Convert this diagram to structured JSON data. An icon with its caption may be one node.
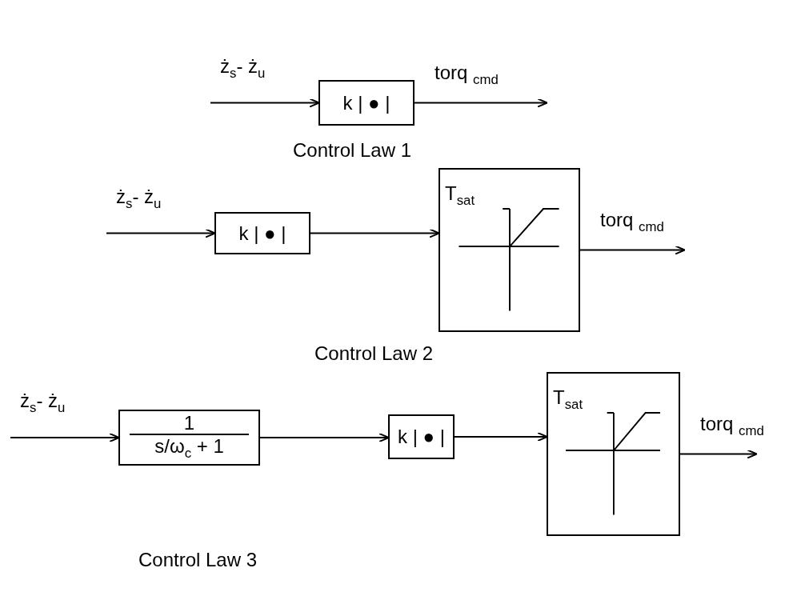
{
  "diagram": {
    "nodes": [
      {
        "text": [
          "k | ● |"
        ]
      },
      {
        "text": [
          "k | ● |"
        ]
      },
      {
        "text": [
          "T$_{sat}$"
        ]
      },
      {
        "text": [
          "1",
          "s/ω$_{c}$ + 1"
        ]
      },
      {
        "text": [
          "k | ● |"
        ]
      },
      {
        "text": [
          "T$_{sat}$"
        ]
      }
    ],
    "edges": [
      {
        "from": null,
        "to": 0,
        "arrow": "to",
        "label": "ż$_{s}$- ż$_{u}$"
      },
      {
        "from": 0,
        "to": null,
        "arrow": "to",
        "label": "torq $_{cmd}$"
      },
      {
        "from": null,
        "to": 1,
        "arrow": "to",
        "label": "ż$_{s}$- ż$_{u}$"
      },
      {
        "from": 1,
        "to": 2,
        "arrow": "to"
      },
      {
        "from": 2,
        "to": null,
        "arrow": "to",
        "label": "torq $_{cmd}$"
      },
      {
        "from": null,
        "to": 3,
        "arrow": "to",
        "label": "ż$_{s}$- ż$_{u}$"
      },
      {
        "from": 3,
        "to": 4,
        "arrow": "to"
      },
      {
        "from": 4,
        "to": 5,
        "arrow": "to"
      },
      {
        "from": 5,
        "to": null,
        "arrow": "to",
        "label": "torq $_{cmd}$"
      }
    ],
    "labels": [
      "Control Law 1",
      "Control Law 2",
      "Control Law 3"
    ]
  }
}
